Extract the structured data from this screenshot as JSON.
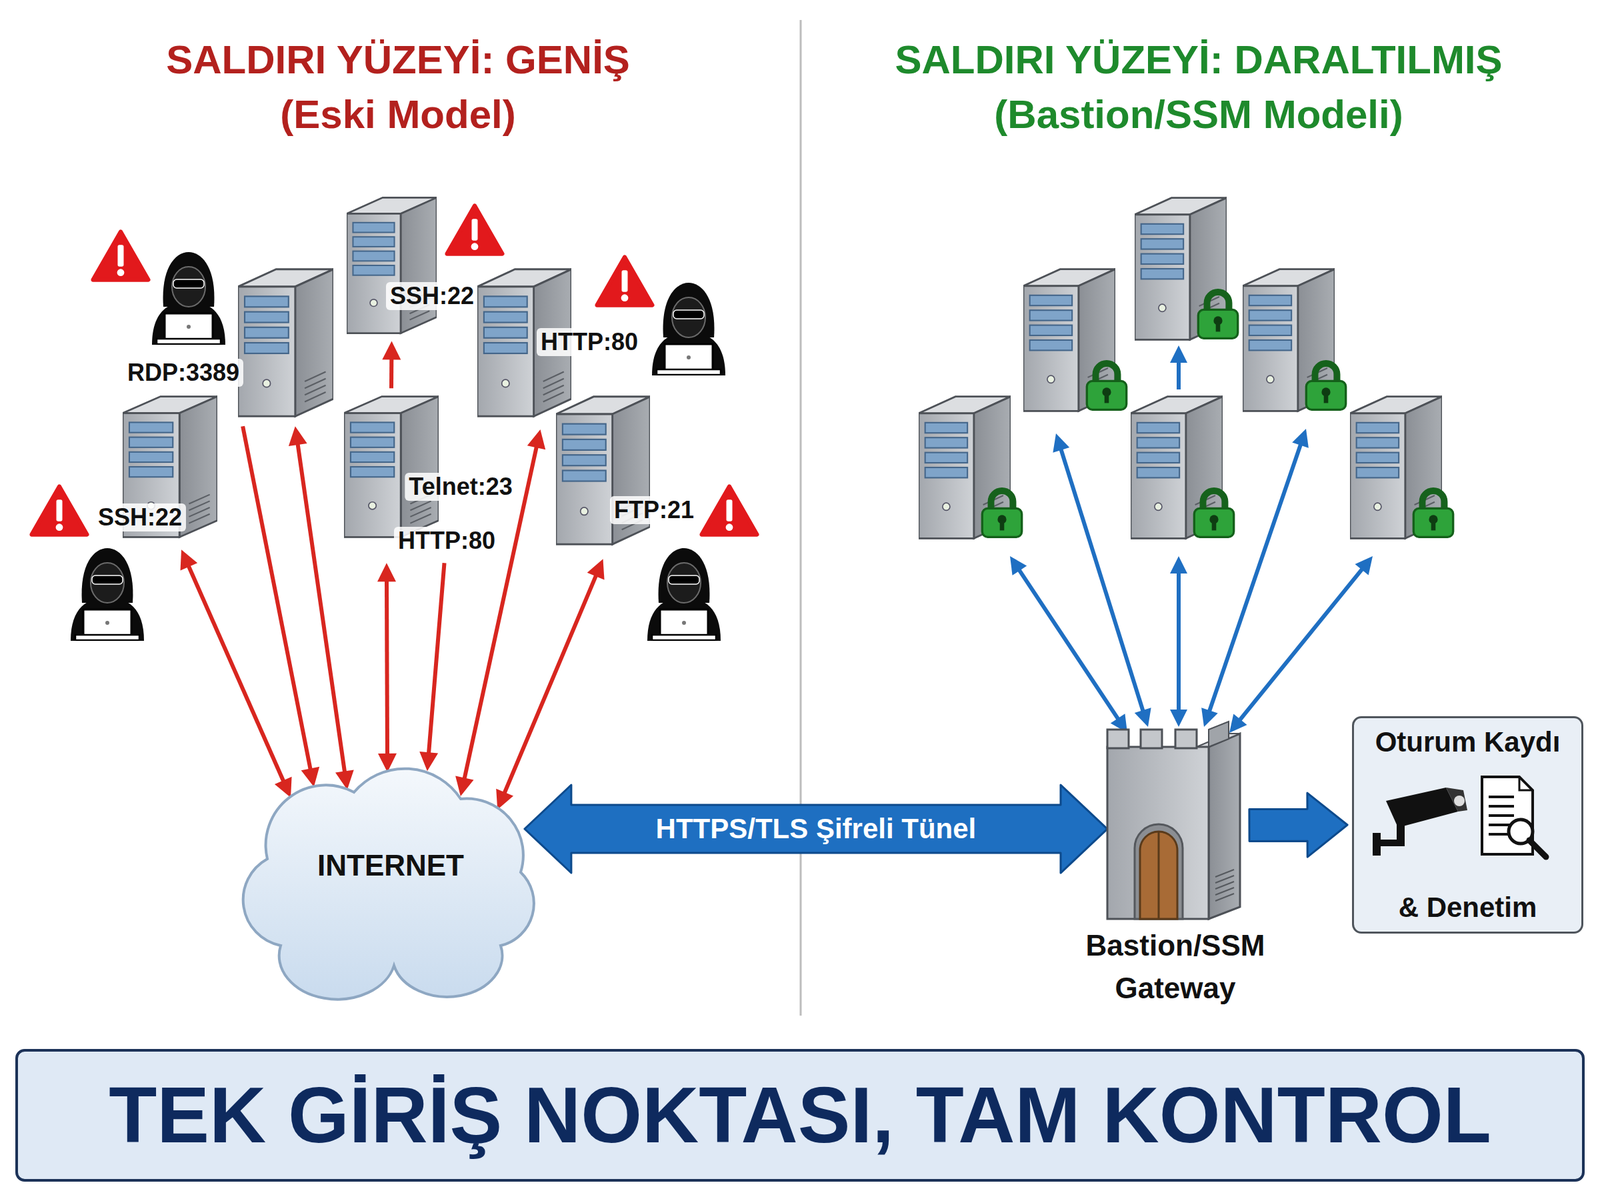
{
  "diagram": {
    "nodes": [
      {
        "text": [
          "SSH:22"
        ]
      },
      {
        "text": [
          "RDP:3389"
        ]
      },
      {
        "text": [
          "HTTP:80"
        ]
      },
      {
        "text": [
          "SSH:22"
        ]
      },
      {
        "text": [
          "Telnet:23",
          "HTTP:80"
        ]
      },
      {
        "text": [
          "FTP:21"
        ]
      },
      {
        "text": [
          "INTERNET"
        ]
      },
      {
        "text": [
          "Bastion/SSM Gateway"
        ]
      },
      {
        "text": [
          "Oturum Kaydı",
          "& Denetim"
        ]
      },
      {
        "text": [
          "TEK GİRİŞ NOKTASI, TAM KONTROL"
        ]
      }
    ],
    "edges": [
      {
        "from": 3,
        "to": 6,
        "arrow": "both"
      },
      {
        "from": 1,
        "to": 6,
        "arrow": "to"
      },
      {
        "from": 1,
        "to": 6,
        "arrow": "both"
      },
      {
        "from": 4,
        "to": 0,
        "arrow": "to"
      },
      {
        "from": 4,
        "to": 6,
        "arrow": "both"
      },
      {
        "from": 4,
        "to": 6,
        "arrow": "to"
      },
      {
        "from": 2,
        "to": 6,
        "arrow": "both"
      },
      {
        "from": 5,
        "to": 6,
        "arrow": "both"
      },
      {
        "from": 6,
        "to": 7,
        "arrow": "both",
        "label": "HTTPS/TLS Şifreli Tünel"
      },
      {
        "from": 7,
        "to": 8,
        "arrow": "to"
      }
    ],
    "labels": [
      "SALDIRI YÜZEYİ: GENİŞ",
      "(Eski Model)",
      "SALDIRI YÜZEYİ: DARALTILMIŞ",
      "(Bastion/SSM Modeli)"
    ]
  }
}
